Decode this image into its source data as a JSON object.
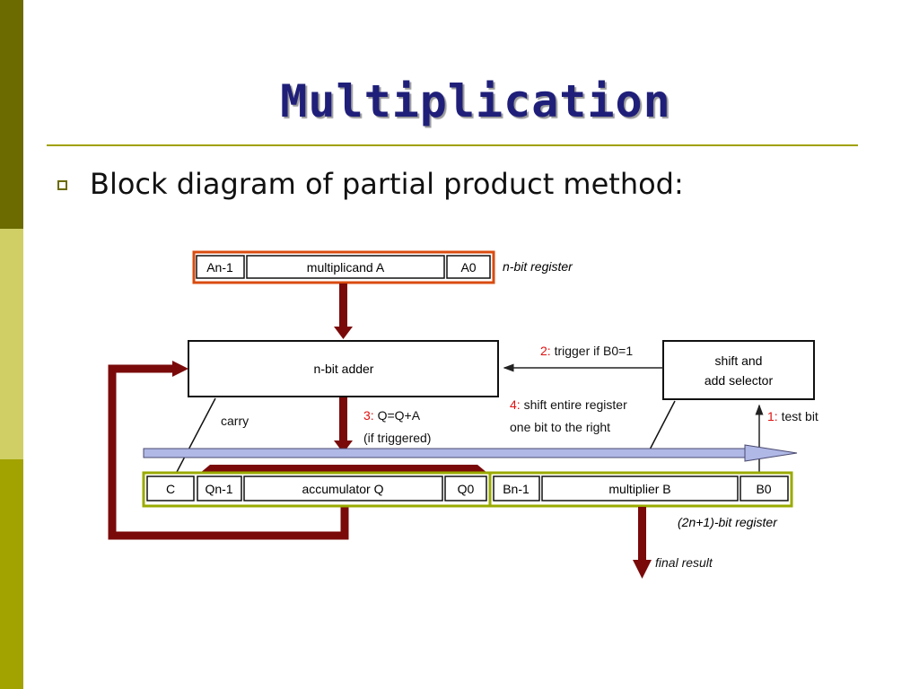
{
  "slide": {
    "title": "Multiplication",
    "bullet": "Block diagram of partial product method:"
  },
  "colors": {
    "sidebar_top": "#6b6b00",
    "sidebar_mid": "#cfcf66",
    "sidebar_bottom": "#a2a200",
    "rule": "#a0a000",
    "arrow_dark": "#7a0a0a",
    "register_outline_orange": "#d84b0f",
    "register_outline_green": "#9aaa00",
    "bus_arrow": "#b0b8e6",
    "step_number": "#e01010"
  },
  "diagram": {
    "multiplicand_register": {
      "cells": [
        "An-1",
        "multiplicand A",
        "A0"
      ],
      "label": "n-bit register"
    },
    "adder": {
      "label": "n-bit adder"
    },
    "selector": {
      "line1": "shift and",
      "line2": "add selector"
    },
    "product_register": {
      "cells": [
        "C",
        "Qn-1",
        "accumulator Q",
        "Q0",
        "Bn-1",
        "multiplier B",
        "B0"
      ],
      "label": "(2n+1)-bit register"
    },
    "annotations": {
      "carry": "carry",
      "step1_num": "1:",
      "step1_text": " test bit",
      "step2_num": "2:",
      "step2_text": " trigger if B0=1",
      "step3_num": "3:",
      "step3_text": " Q=Q+A",
      "step3_sub": "(if triggered)",
      "step4_num": "4:",
      "step4_text": " shift entire register",
      "step4_sub": "one bit to the right",
      "final_result": "final result"
    }
  }
}
